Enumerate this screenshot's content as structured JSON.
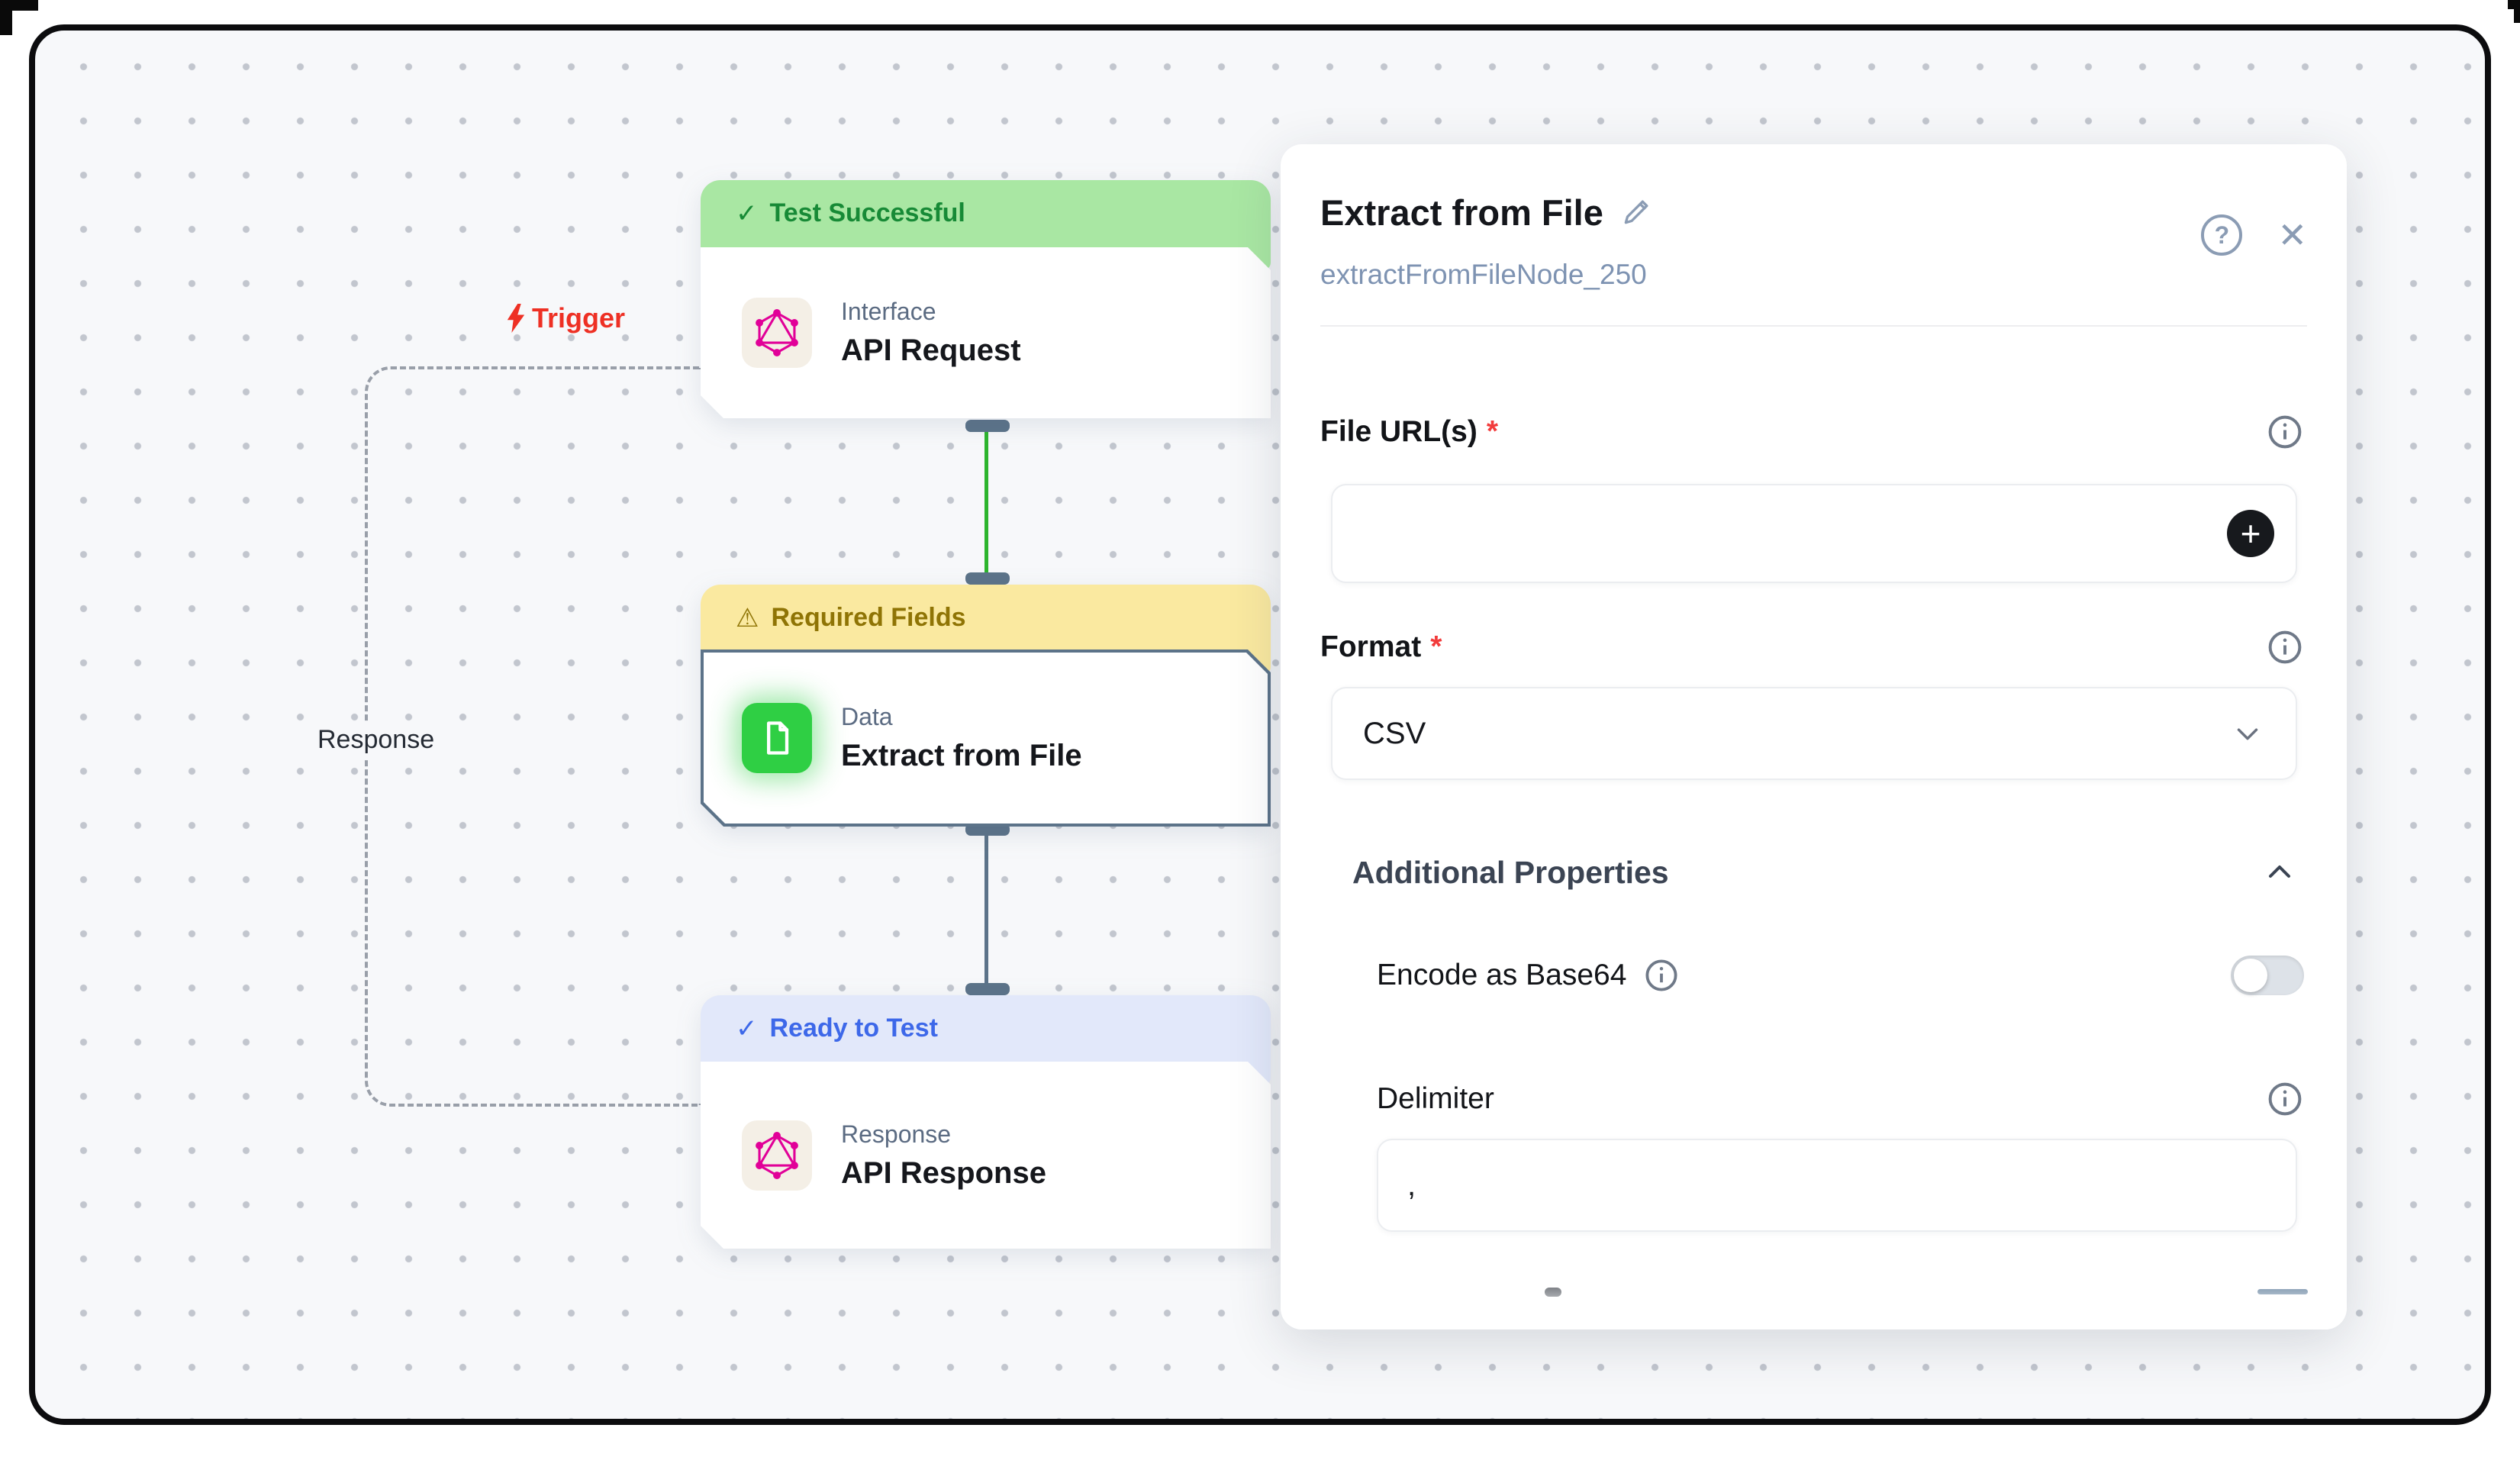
{
  "canvas": {
    "trigger_label": "Trigger",
    "response_label": "Response",
    "nodes": [
      {
        "status_icon": "✓",
        "status": "Test Successful",
        "category": "Interface",
        "title": "API Request"
      },
      {
        "status_icon": "⚠",
        "status": "Required Fields",
        "category": "Data",
        "title": "Extract from File"
      },
      {
        "status_icon": "✓",
        "status": "Ready to Test",
        "category": "Response",
        "title": "API Response"
      }
    ]
  },
  "panel": {
    "title": "Extract from File",
    "node_id": "extractFromFileNode_250",
    "help_icon": "?",
    "close_icon": "✕",
    "file_urls": {
      "label": "File URL(s)",
      "required": "*",
      "value": "",
      "add_icon": "+"
    },
    "format": {
      "label": "Format",
      "required": "*",
      "value": "CSV"
    },
    "additional": {
      "title": "Additional Properties",
      "encode": {
        "label": "Encode as Base64",
        "enabled": false
      },
      "delimiter": {
        "label": "Delimiter",
        "value": ","
      }
    }
  },
  "colors": {
    "canvas_bg": "#f7f8fa",
    "status_green_bg": "#a9e7a3",
    "status_green_text": "#178a36",
    "status_yellow_bg": "#fae9a0",
    "status_yellow_text": "#8f7405",
    "status_blue_bg": "#e2e8fa",
    "status_blue_text": "#3d68e9",
    "connector_green": "#2db52d",
    "slate": "#5c7389",
    "trigger_red": "#ee3024",
    "graphql_pink": "#e10098",
    "file_icon_green": "#2fcf44",
    "required_red": "#f23b3b"
  }
}
